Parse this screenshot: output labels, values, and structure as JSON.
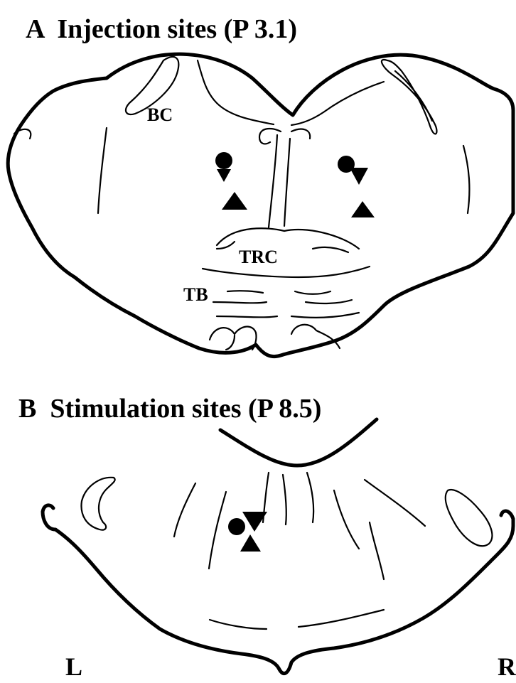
{
  "panel_a": {
    "title": "A  Injection sites (P 3.1)",
    "labels": {
      "bc": "BC",
      "trc": "TRC",
      "tb": "TB"
    }
  },
  "panel_b": {
    "title": "B  Stimulation sites (P 8.5)",
    "side_left": "L",
    "side_right": "R"
  },
  "marker_legend": [
    "circle",
    "inverted-triangle",
    "triangle"
  ],
  "colors": {
    "ink": "#000000",
    "background": "#ffffff"
  }
}
